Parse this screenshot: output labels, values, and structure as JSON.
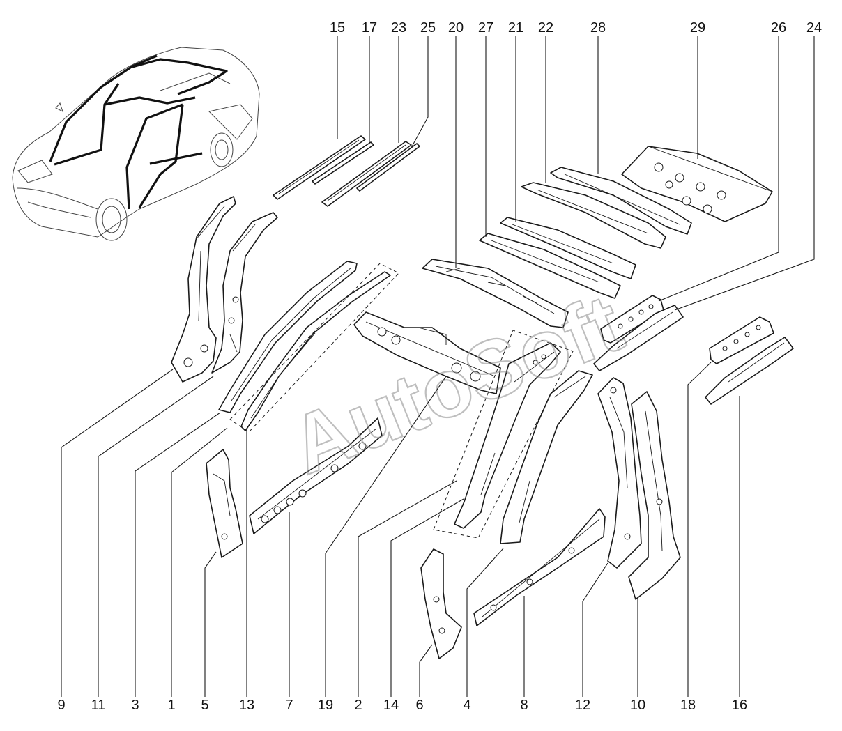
{
  "watermark": "AutoSoft",
  "callouts_top": [
    "15",
    "17",
    "23",
    "25",
    "20",
    "27",
    "21",
    "22",
    "28",
    "29",
    "26",
    "24"
  ],
  "callouts_bottom": [
    "9",
    "11",
    "3",
    "1",
    "5",
    "13",
    "7",
    "19",
    "2",
    "14",
    "6",
    "4",
    "8",
    "12",
    "10",
    "18",
    "16"
  ]
}
